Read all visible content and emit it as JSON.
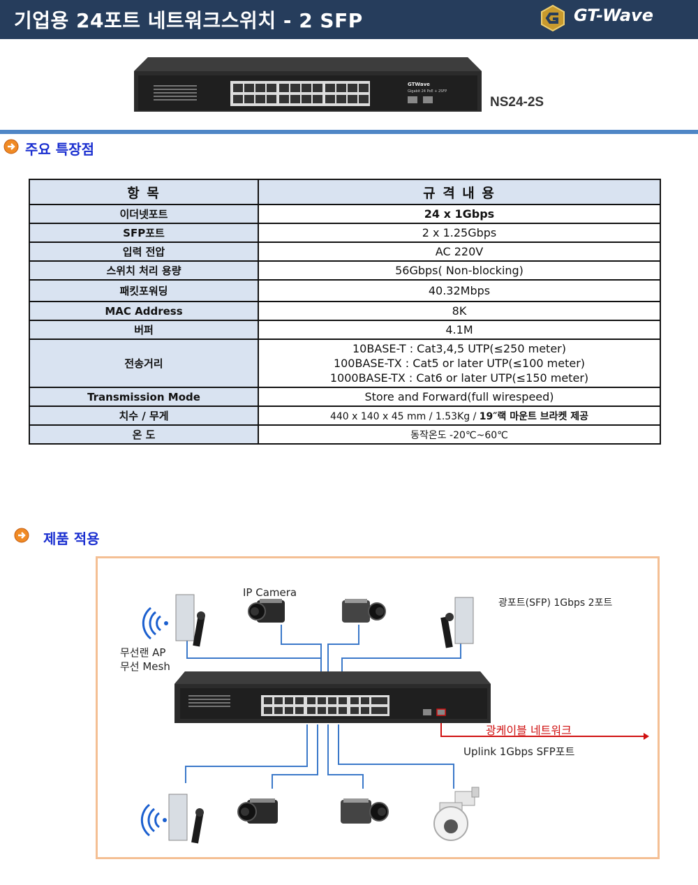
{
  "header": {
    "title": "기업용 24포트  네트워크스위치 - 2 SFP",
    "logo_text": "GT-Wave",
    "bg_color": "#263d5c"
  },
  "product": {
    "model": "NS24-2S",
    "brand_mark": "GTWave",
    "panel_text": "Gigabit  24 PoE + 2SFP"
  },
  "section_features": {
    "title": "주요 특장점",
    "icon": "arrow-right-circle-icon"
  },
  "spec_table": {
    "headers": [
      "항          목",
      "규  격   내  용"
    ],
    "rows": [
      {
        "key": "이더넷포트",
        "value": "24 x 1Gbps"
      },
      {
        "key": "SFP포트",
        "value": "2 x 1.25Gbps"
      },
      {
        "key": "입력 전압",
        "value": "AC 220V"
      },
      {
        "key": "스위치 처리 용량",
        "value": "56Gbps( Non-blocking)"
      },
      {
        "key": "패킷포워딩",
        "value": "40.32Mbps"
      },
      {
        "key": "MAC Address",
        "value": "8K"
      },
      {
        "key": "버퍼",
        "value": "4.1M"
      },
      {
        "key": "전송거리",
        "lines": [
          "10BASE-T :   Cat3,4,5 UTP(≤250 meter)",
          "100BASE-TX :   Cat5 or later UTP(≤100 meter)",
          "1000BASE-TX :   Cat6 or later UTP(≤150 meter)"
        ]
      },
      {
        "key": "Transmission Mode",
        "value": "Store and Forward(full wirespeed)"
      },
      {
        "key": "치수 / 무게",
        "value_a": "440 x 140 x 45 mm / 1.53Kg  / ",
        "value_b": "19″랙 마운트 브라켓 제공"
      },
      {
        "key": "온          도",
        "value": "동작온도 -20℃~60℃"
      }
    ]
  },
  "section_apps": {
    "title": "제품 적용",
    "icon": "arrow-right-circle-icon"
  },
  "diagram": {
    "ip_camera": "IP Camera",
    "sfp_ports": "광포트(SFP) 1Gbps 2포트",
    "wireless_ap": "무선랜 AP",
    "wireless_mesh": "무선 Mesh",
    "fiber_network": "광케이블 네트워크",
    "uplink": "Uplink 1Gbps SFP포트",
    "border_color": "#f4bf94"
  }
}
